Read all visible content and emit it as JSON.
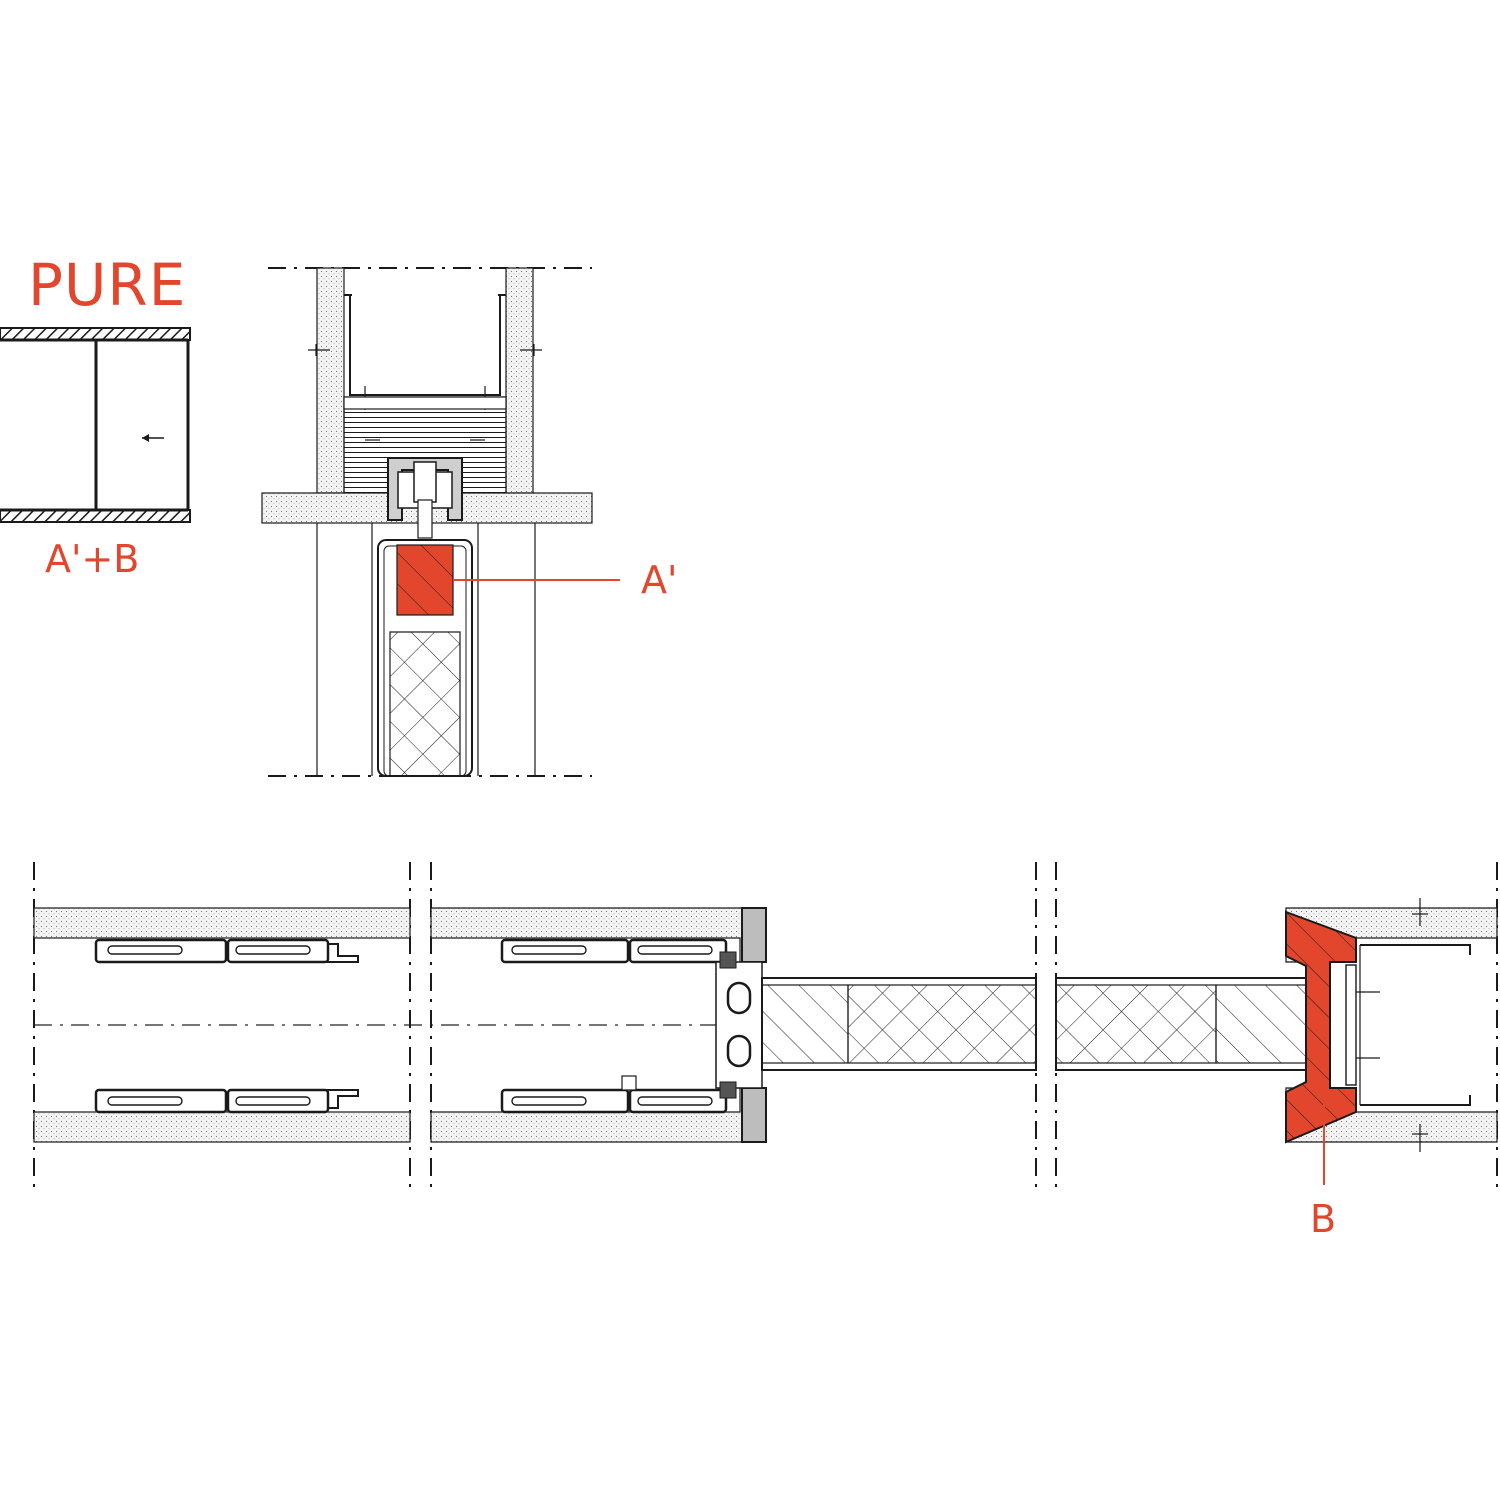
{
  "title": "PURE",
  "plan_label": "A'+B",
  "callouts": {
    "a_prime": "A'",
    "b": "B"
  },
  "colors": {
    "accent": "#e2462c",
    "line": "#1a1a1a",
    "background": "#ffffff"
  },
  "icons": {
    "slide_direction": "arrow-left-icon"
  }
}
